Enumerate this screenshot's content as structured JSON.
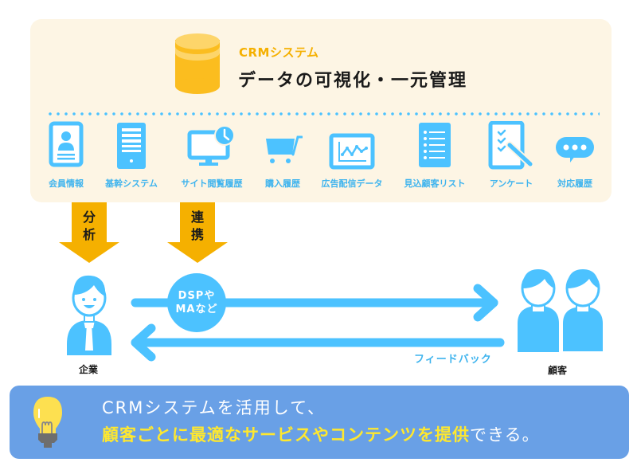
{
  "header": {
    "system_label": "CRMシステム",
    "title": "データの可視化・一元管理",
    "db_icon": "database-icon"
  },
  "data_sources": [
    {
      "label": "会員情報",
      "icon": "member-card-icon"
    },
    {
      "label": "基幹システム",
      "icon": "server-icon"
    },
    {
      "label": "サイト閲覧履歴",
      "icon": "monitor-clock-icon"
    },
    {
      "label": "購入履歴",
      "icon": "shopping-cart-icon"
    },
    {
      "label": "広告配信データ",
      "icon": "line-chart-icon"
    },
    {
      "label": "見込顧客リスト",
      "icon": "list-icon"
    },
    {
      "label": "アンケート",
      "icon": "survey-checklist-icon"
    },
    {
      "label": "対応履歴",
      "icon": "chat-bubble-icon"
    }
  ],
  "flows": {
    "analysis_label": "分析",
    "link_label": "連携",
    "channel_line1": "DSPや",
    "channel_line2": "MAなど",
    "feedback_label": "フィードバック"
  },
  "actors": {
    "company": "企業",
    "customers": "顧客"
  },
  "conclusion": {
    "line1": "CRMシステムを活用して、",
    "line2_highlight": "顧客ごとに最適なサービスやコンテンツを提供",
    "line2_rest": "できる。",
    "icon": "light-bulb-icon"
  },
  "colors": {
    "accent_blue": "#4cc2ff",
    "accent_orange": "#f5b000",
    "panel_cream": "#fdf5e4",
    "panel_blue": "#69a0e6",
    "highlight_yellow": "#ffe82e"
  }
}
